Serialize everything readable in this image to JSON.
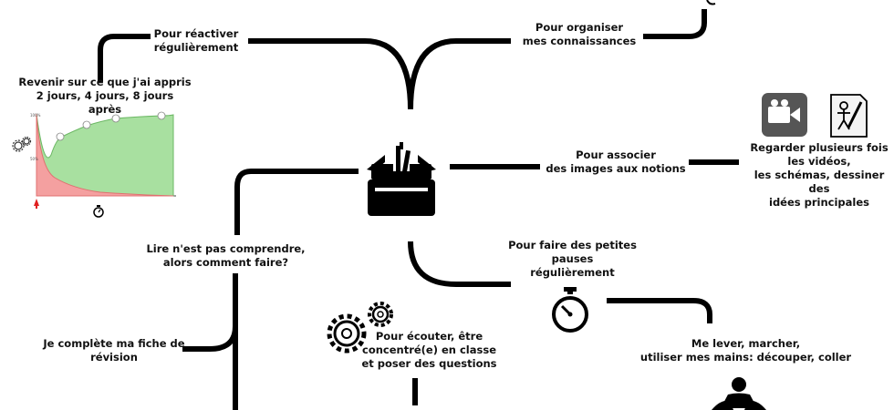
{
  "labels": {
    "reactiver": [
      "Pour réactiver",
      "régulièrement"
    ],
    "organiser": [
      "Pour organiser",
      "mes connaissances"
    ],
    "revenir": [
      "Revenir sur ce que j'ai appris",
      "2 jours, 4 jours, 8 jours après"
    ],
    "associer": [
      "Pour associer",
      "des images aux notions"
    ],
    "regarder": [
      "Regarder plusieurs fois",
      "les vidéos,",
      "les schémas, dessiner",
      "des",
      "idées principales"
    ],
    "lire": [
      "Lire n'est pas comprendre,",
      "alors comment faire?"
    ],
    "pauses": [
      "Pour faire des petites",
      "pauses",
      "régulièrement"
    ],
    "ecouter": [
      "Pour écouter, être",
      "concentré(e) en classe",
      "et poser des questions"
    ],
    "fiche": [
      "Je complète ma fiche de",
      "révision"
    ],
    "lever": [
      "Me lever, marcher,",
      "utiliser mes mains: découper, coller"
    ]
  },
  "icons": [
    "toolbox-icon",
    "gears-icon",
    "stopwatch-icon",
    "video-camera-icon",
    "drawing-icon",
    "meditation-icon",
    "forgetting-curve-chart"
  ],
  "colors": {
    "line": "#000000",
    "curve_green": "#a8e0a0",
    "curve_red": "#f4a0a0"
  }
}
